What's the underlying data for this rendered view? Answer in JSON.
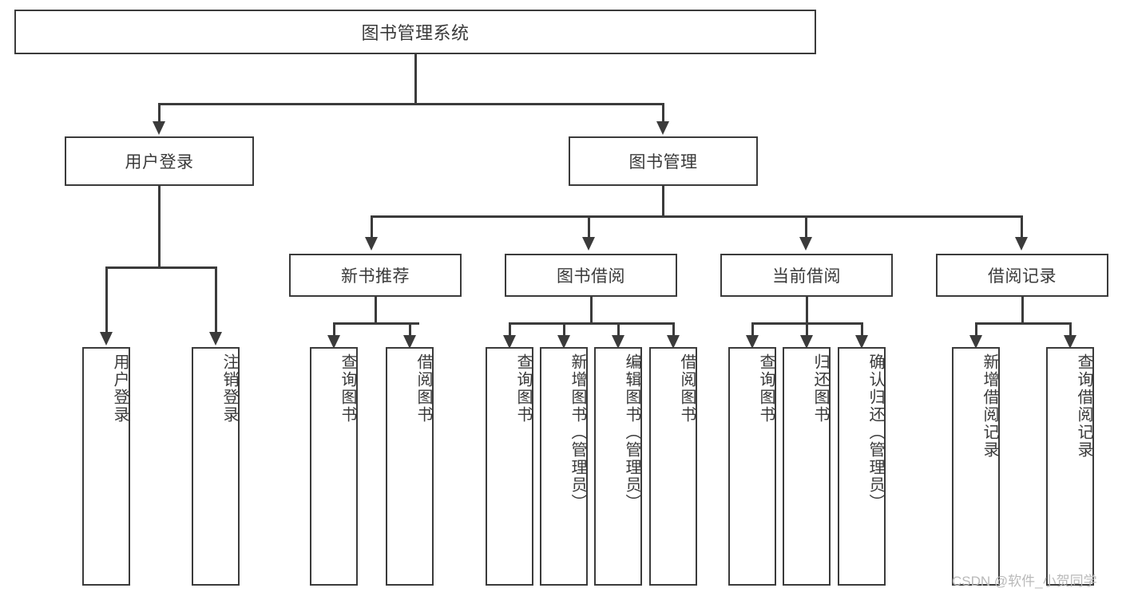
{
  "diagram": {
    "title": "图书管理系统",
    "type": "hierarchy-tree",
    "colors": {
      "border": "#3b3b3b",
      "background": "#ffffff",
      "text": "#3a3a3a",
      "watermark": "#b9b9b9"
    },
    "root": {
      "label": "图书管理系统"
    },
    "level2": [
      {
        "label": "用户登录"
      },
      {
        "label": "图书管理"
      }
    ],
    "level3": [
      {
        "label": "新书推荐"
      },
      {
        "label": "图书借阅"
      },
      {
        "label": "当前借阅"
      },
      {
        "label": "借阅记录"
      }
    ],
    "leaves": {
      "user_login": [
        {
          "label": "用户登录"
        },
        {
          "label": "注销登录"
        }
      ],
      "new_book_recommend": [
        {
          "label": "查询图书"
        },
        {
          "label": "借阅图书"
        }
      ],
      "book_borrow": [
        {
          "label": "查询图书"
        },
        {
          "label": "新增图书（管理员）"
        },
        {
          "label": "编辑图书（管理员）"
        },
        {
          "label": "借阅图书"
        }
      ],
      "current_borrow": [
        {
          "label": "查询图书"
        },
        {
          "label": "归还图书"
        },
        {
          "label": "确认归还（管理员）"
        }
      ],
      "borrow_record": [
        {
          "label": "新增借阅记录"
        },
        {
          "label": "查询借阅记录"
        }
      ]
    }
  },
  "watermark": {
    "text": "CSDN @软件_小贺同学"
  }
}
